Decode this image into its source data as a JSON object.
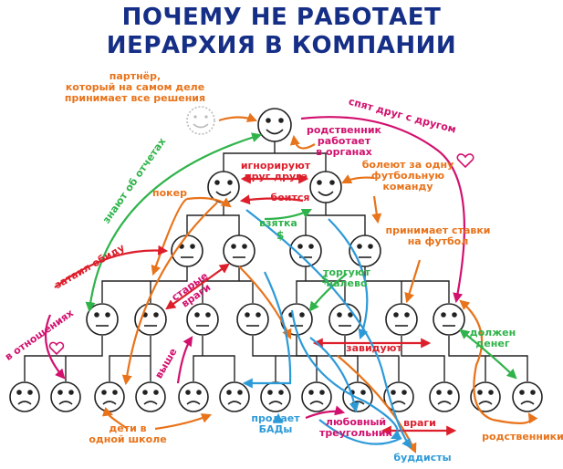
{
  "title": {
    "line1": "ПОЧЕМУ НЕ РАБОТАЕТ",
    "line2": "ИЕРАРХИЯ В КОМПАНИИ"
  },
  "colors": {
    "title": "#152e86",
    "orange": "#e8731a",
    "green": "#2fb34a",
    "red": "#dd1e2b",
    "magenta": "#d2106e",
    "blue": "#2d9ad8",
    "cyan": "#22b6e0",
    "line": "#222222"
  },
  "labels": {
    "partner": [
      "партнёр,",
      "который на самом деле",
      "принимает все решения"
    ],
    "sleep_together": "спят друг с другом",
    "relative_organs": [
      "родственник",
      "работает",
      "в органах"
    ],
    "ignore": [
      "игнорируют",
      "друг друга"
    ],
    "fear": "боится",
    "same_team": [
      "болеют за одну",
      "футбольную",
      "команду"
    ],
    "know_each_other": "знают об отчетах",
    "poker": "покер",
    "bribe": "взятка",
    "bets": [
      "принимает ставки",
      "на футбол"
    ],
    "grudge": "затаил обиду",
    "old_enemies": [
      "старые",
      "враги"
    ],
    "sells_left": [
      "торгуют",
      "налево"
    ],
    "in_relationship": "в отношениях",
    "must_money": [
      "должен",
      "денег"
    ],
    "envy": "завидуют",
    "superior": "выше",
    "school": [
      "дети в",
      "одной школе"
    ],
    "sell_supplements": [
      "продает",
      "БАДы"
    ],
    "love_triangle": [
      "любовный",
      "треугольник"
    ],
    "enemies": "враги",
    "relatives": "родственники",
    "buddhists": "буддисты"
  }
}
